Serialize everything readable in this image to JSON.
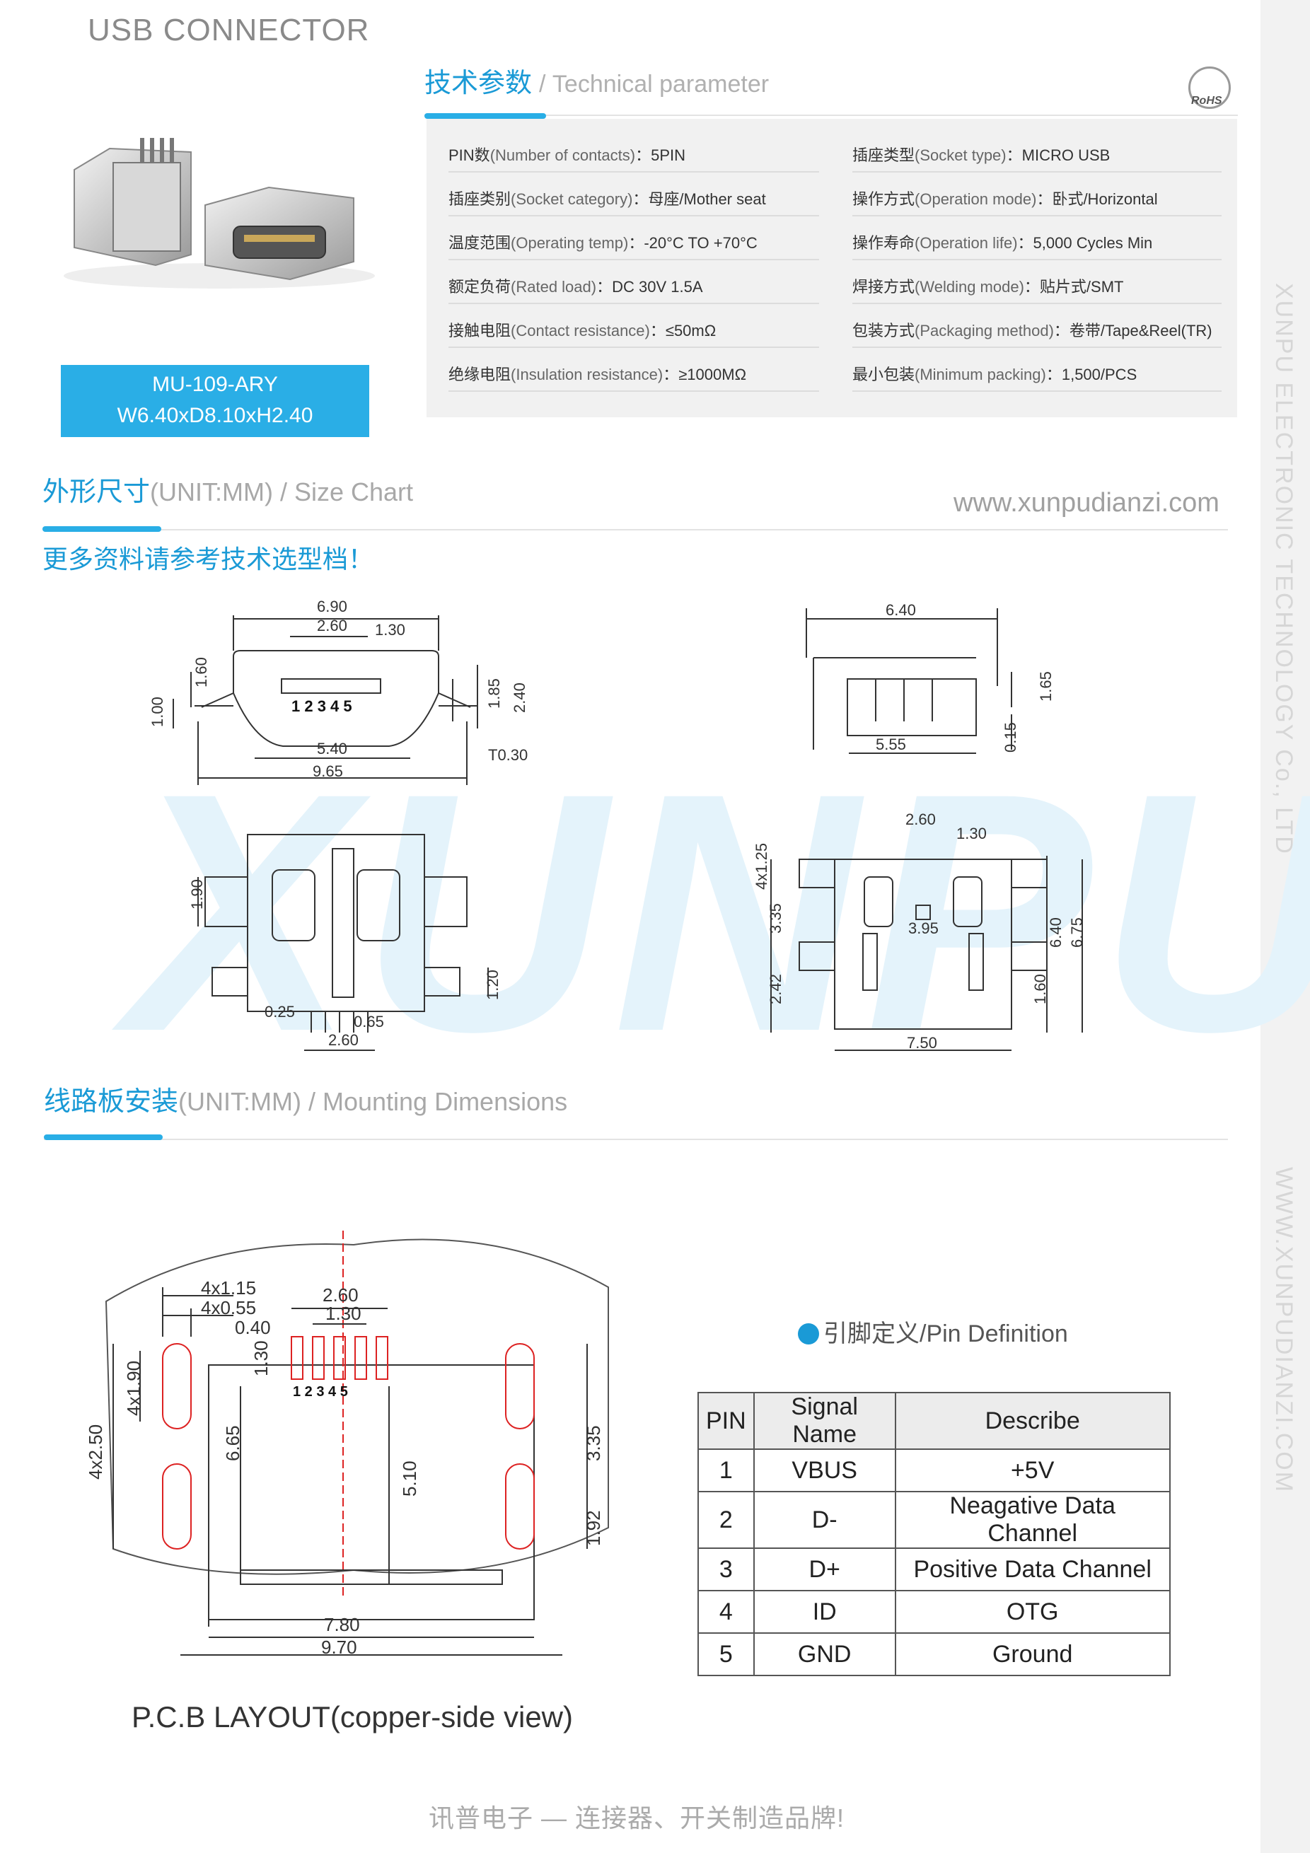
{
  "header": {
    "title": "USB CONNECTOR"
  },
  "sidebar": {
    "company": "XUNPU ELECTRONIC TECHNOLOGY Co., LTD",
    "website": "WWW.XUNPUDIANZI.COM"
  },
  "watermark": {
    "brand": "XUNPU"
  },
  "tech": {
    "title_cn": "技术参数",
    "title_en": "/ Technical parameter",
    "rohs": "RoHS",
    "params": [
      {
        "cn": "PIN数",
        "en": "(Number of contacts)",
        "value": "：5PIN"
      },
      {
        "cn": "插座类型",
        "en": "(Socket type)",
        "value": "：MICRO USB"
      },
      {
        "cn": "插座类别",
        "en": "(Socket category)",
        "value": "：母座/Mother seat"
      },
      {
        "cn": "操作方式",
        "en": "(Operation mode)",
        "value": "：卧式/Horizontal"
      },
      {
        "cn": "温度范围",
        "en": "(Operating temp)",
        "value": "：-20°C TO +70°C"
      },
      {
        "cn": "操作寿命",
        "en": "(Operation life)",
        "value": "：5,000 Cycles Min"
      },
      {
        "cn": "额定负荷",
        "en": "(Rated load)",
        "value": "：DC 30V 1.5A"
      },
      {
        "cn": "焊接方式",
        "en": "(Welding mode)",
        "value": "：贴片式/SMT"
      },
      {
        "cn": "接触电阻",
        "en": "(Contact resistance)",
        "value": "：≤50mΩ"
      },
      {
        "cn": "包装方式",
        "en": "(Packaging method)",
        "value": "：卷带/Tape&Reel(TR)"
      },
      {
        "cn": "绝缘电阻",
        "en": "(Insulation resistance)",
        "value": "：≥1000MΩ"
      },
      {
        "cn": "最小包装",
        "en": "(Minimum packing)",
        "value": "：1,500/PCS"
      }
    ]
  },
  "product": {
    "model": "MU-109-ARY",
    "size": "W6.40xD8.10xH2.40"
  },
  "size_chart": {
    "title_cn": "外形尺寸",
    "title_en": "(UNIT:MM) / Size Chart",
    "website": "www.xunpudianzi.com",
    "more_info": "更多资料请参考技术选型档！",
    "front": {
      "d1": "6.90",
      "d2": "2.60",
      "d3": "1.30",
      "d4": "1.60",
      "d5": "1.00",
      "d6": "1.85",
      "d7": "2.40",
      "d8": "5.40",
      "d9": "9.65",
      "d10": "T0.30",
      "pins": "1 2 3 4 5"
    },
    "side": {
      "d1": "6.40",
      "d2": "1.65",
      "d3": "5.55",
      "d4": "0.15"
    },
    "top": {
      "d1": "1.90",
      "d2": "1.20",
      "d3": "0.25",
      "d4": "0.65",
      "d5": "2.60"
    },
    "bottom": {
      "d1": "2.60",
      "d2": "1.30",
      "d3": "4x1.25",
      "d4": "3.35",
      "d5": "3.95",
      "d6": "2.42",
      "d7": "6.40",
      "d8": "6.75",
      "d9": "1.60",
      "d10": "7.50"
    }
  },
  "mounting": {
    "title_cn": "线路板安装",
    "title_en": "(UNIT:MM) / Mounting Dimensions",
    "dims": {
      "d1": "4x1.15",
      "d2": "4x0.55",
      "d3": "2.60",
      "d4": "1.30",
      "d5": "0.40",
      "d6": "1.30",
      "d7": "4x2.50",
      "d8": "4x1.90",
      "d9": "6.65",
      "d10": "5.10",
      "d11": "3.35",
      "d12": "1.92",
      "d13": "7.80",
      "d14": "9.70",
      "pins": "1 2 3 4 5"
    },
    "layout_label": "P.C.B LAYOUT(copper-side view)"
  },
  "pin_definition": {
    "title": "引脚定义/Pin Definition",
    "headers": [
      "PIN",
      "Signal Name",
      "Describe"
    ],
    "rows": [
      [
        "1",
        "VBUS",
        "+5V"
      ],
      [
        "2",
        "D-",
        "Neagative Data Channel"
      ],
      [
        "3",
        "D+",
        "Positive Data Channel"
      ],
      [
        "4",
        "ID",
        "OTG"
      ],
      [
        "5",
        "GND",
        "Ground"
      ]
    ]
  },
  "footer": {
    "slogan": "讯普电子 — 连接器、开关制造品牌!"
  }
}
